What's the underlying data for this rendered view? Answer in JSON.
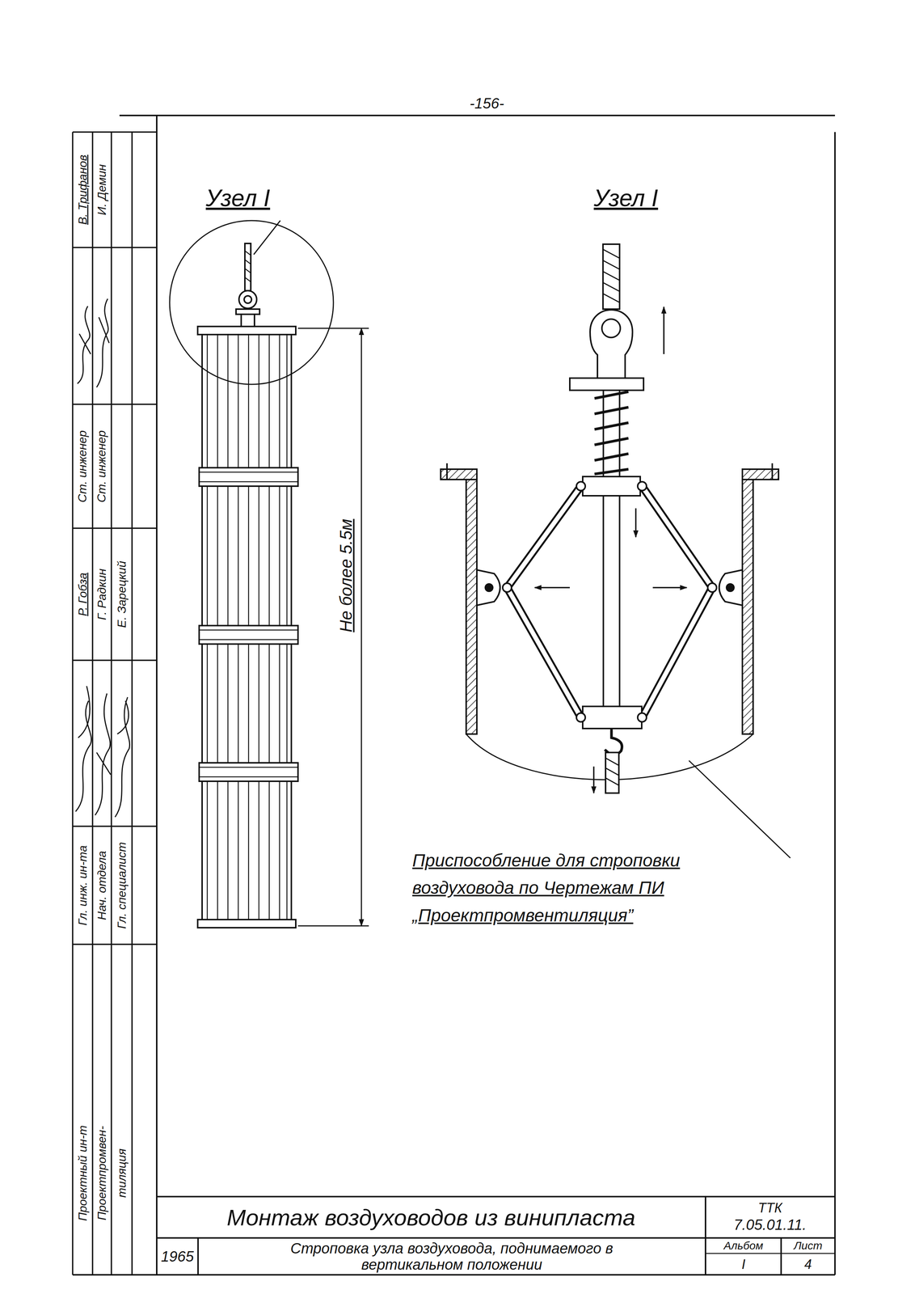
{
  "diagram": {
    "labels": [
      "-156-",
      "Узел I",
      "Узел I",
      "Не более 5.5м",
      "Приспособление для строповки воздуховода по Чертежам ПИ „Проектпромвентиляция”",
      "Монтаж воздуховодов из винипласта",
      "ТТК",
      "7.05.01.11.",
      "1965",
      "Строповка узла воздуховода, поднимаемого в вертикальном положении",
      "Альбом",
      "Лист",
      "I",
      "4",
      "В. Трифанов",
      "И. Демин",
      "Ст. инженер",
      "Ст. инженер",
      "Р. Гобза",
      "Г. Радкин",
      "Е. Зарецкий",
      "Гл. инж. ин-та",
      "Нач. отдела",
      "Гл. специалист",
      "Проектный ин-т",
      "Проектпромвен-",
      "тиляция"
    ]
  }
}
